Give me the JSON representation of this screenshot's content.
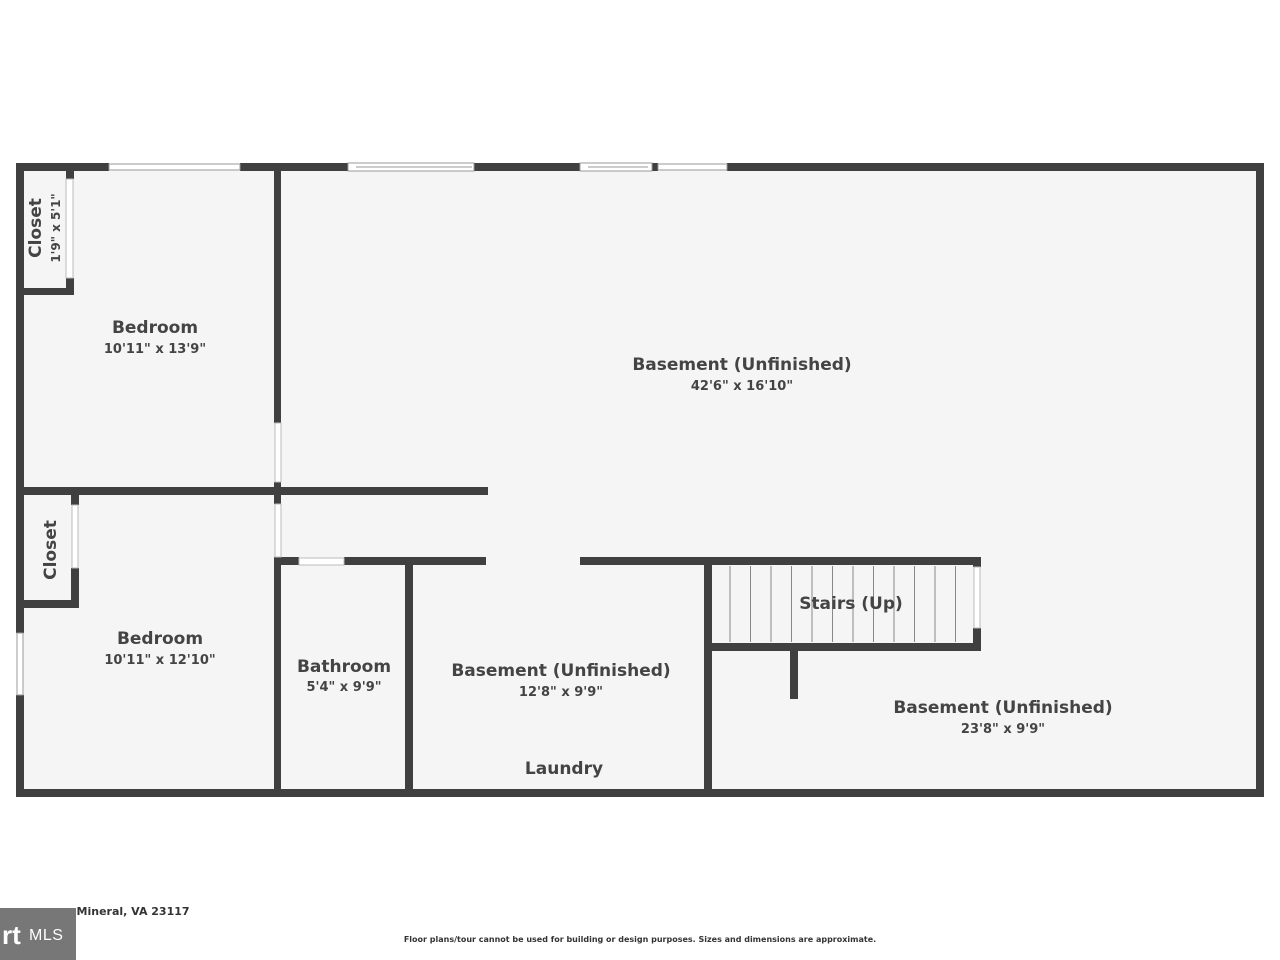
{
  "rooms": [
    {
      "name": "Closet",
      "dims": "1'9\" x 5'1\""
    },
    {
      "name": "Bedroom",
      "dims": "10'11\" x 13'9\""
    },
    {
      "name": "Basement (Unfinished)",
      "dims": "42'6\" x 16'10\""
    },
    {
      "name": "Closet",
      "dims": ""
    },
    {
      "name": "Bedroom",
      "dims": "10'11\" x 12'10\""
    },
    {
      "name": "Bathroom",
      "dims": "5'4\" x 9'9\""
    },
    {
      "name": "Basement (Unfinished)",
      "dims": "12'8\" x 9'9\""
    },
    {
      "name": "Laundry",
      "dims": ""
    },
    {
      "name": "Stairs (Up)",
      "dims": ""
    },
    {
      "name": "Basement (Unfinished)",
      "dims": "23'8\" x 9'9\""
    }
  ],
  "footer": {
    "address": "...Mineral, VA 23117",
    "disclaimer": "Floor plans/tour cannot be used for building or design purposes. Sizes and dimensions are approximate.",
    "logo_mark": "rt",
    "logo_text": "MLS"
  },
  "colors": {
    "wall": "#404040",
    "floor": "#f5f5f5",
    "label": "#444444",
    "logo_bg": "#777777"
  }
}
